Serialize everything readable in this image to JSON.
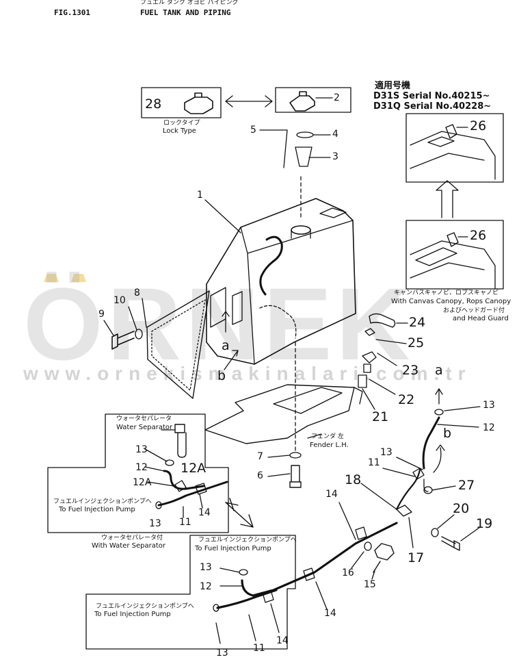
{
  "header": {
    "fig": "FIG.1301",
    "title_jp": "フュエル タンク オヨビ パイピング",
    "title_en": "FUEL TANK AND PIPING"
  },
  "serial": {
    "jp": "適用号機",
    "line1": "D31S Serial  No.40215~",
    "line2": "D31Q Serial  No.40228~"
  },
  "labels": {
    "lock_type_jp": "ロックタイプ",
    "lock_type_en": "Lock Type",
    "canopy_jp": "キャンバスキャノピ、ロプスキャノピ",
    "canopy_en": "With Canvas Canopy, Rops Canopy",
    "head_guard_jp": "およびヘッドガード付",
    "head_guard_en": "and Head Guard",
    "fender_jp": "フェンダ 左",
    "fender_en": "Fender L.H.",
    "water_sep_jp": "ウォータセパレータ",
    "water_sep_en": "Water Separator",
    "with_water_sep_jp": "ウォータセパレータ付",
    "with_water_sep_en": "With Water Separator",
    "to_pump_jp": "フュエルインジェクションポンプへ",
    "to_pump_en": "To Fuel Injection Pump"
  },
  "callouts": {
    "p1": "1",
    "p2": "2",
    "p3": "3",
    "p4": "4",
    "p5": "5",
    "p6": "6",
    "p7": "7",
    "p8": "8",
    "p9": "9",
    "p10": "10",
    "p11": "11",
    "p12": "12",
    "p12a": "12A",
    "p13": "13",
    "p14": "14",
    "p15": "15",
    "p16": "16",
    "p17": "17",
    "p18": "18",
    "p19": "19",
    "p20": "20",
    "p21": "21",
    "p22": "22",
    "p23": "23",
    "p24": "24",
    "p25": "25",
    "p26": "26",
    "p27": "27",
    "p28": "28",
    "a": "a",
    "b": "b"
  },
  "watermark": {
    "brand": "ÖRNEK",
    "url": "www.ornekismakinalari.com.tr"
  }
}
